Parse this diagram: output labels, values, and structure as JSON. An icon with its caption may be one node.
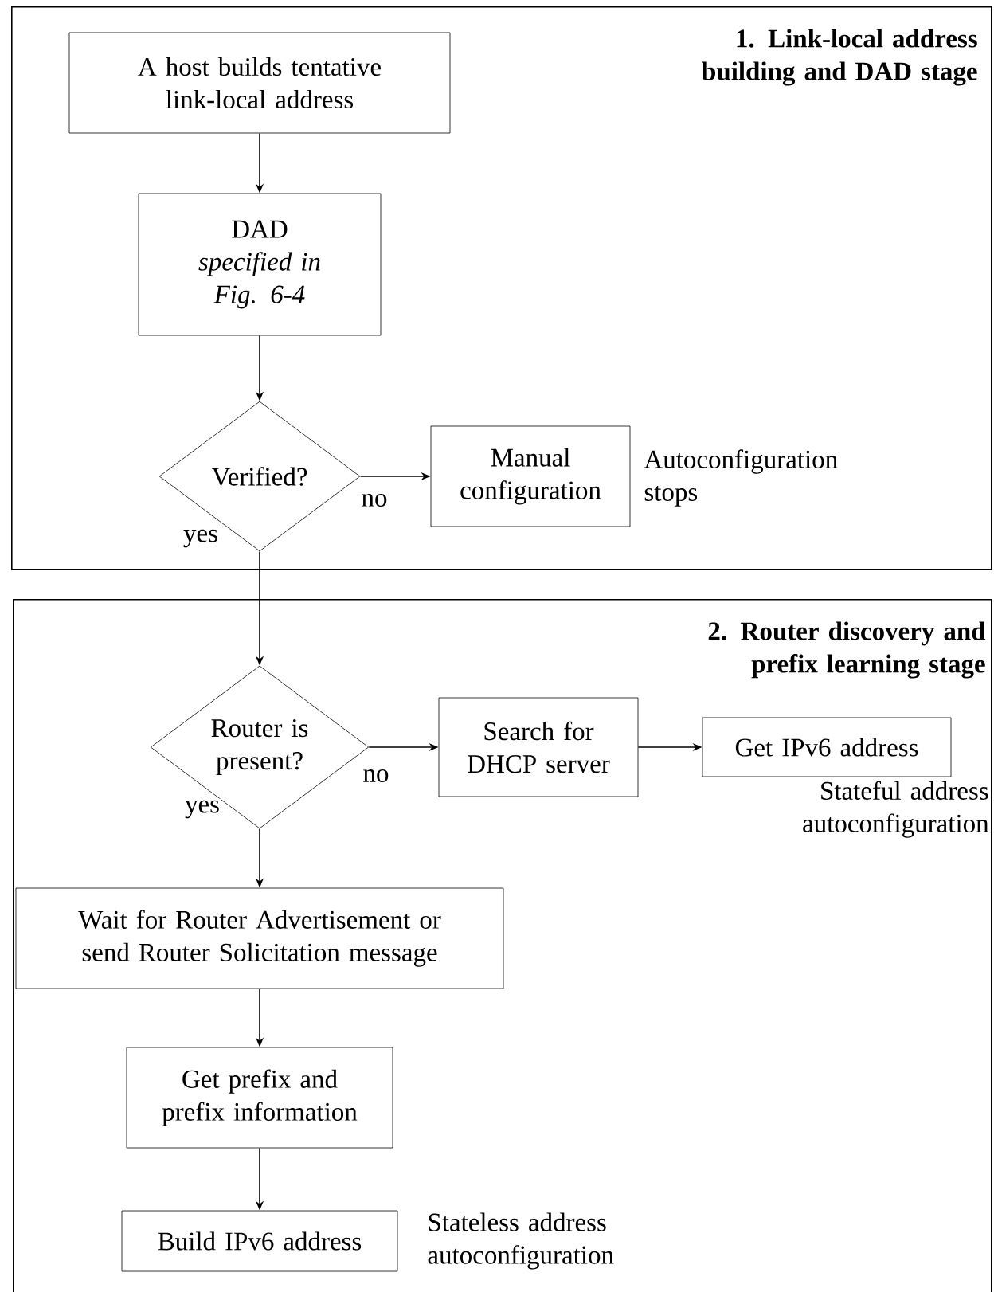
{
  "diagram": {
    "nodes": [
      {
        "text": [
          "1. Link-local address building and DAD stage"
        ]
      },
      {
        "text": [
          "A host builds tentative link-local address"
        ],
        "in": 0
      },
      {
        "text": [
          "DAD",
          "specified in Fig. 6-4"
        ],
        "in": 0
      },
      {
        "text": [
          "Verified?"
        ],
        "in": 0
      },
      {
        "text": [
          "Manual configuration"
        ],
        "beside": [
          "Autoconfiguration stops"
        ],
        "in": 0
      },
      {
        "text": [
          "2. Router discovery and prefix learning stage"
        ]
      },
      {
        "text": [
          "Router is present?"
        ],
        "in": 5
      },
      {
        "text": [
          "Search for DHCP server"
        ],
        "in": 5
      },
      {
        "text": [
          "Get IPv6 address"
        ],
        "beside": [
          "Stateful address autoconfiguration"
        ],
        "in": 5
      },
      {
        "text": [
          "Wait for Router Advertisement or send Router Solicitation message"
        ],
        "in": 5
      },
      {
        "text": [
          "Get prefix and prefix information"
        ],
        "in": 5
      },
      {
        "text": [
          "Build IPv6 address"
        ],
        "beside": [
          "Stateless address autoconfiguration"
        ],
        "in": 5
      }
    ],
    "edges": [
      {
        "from": 1,
        "to": 2,
        "arrow": "to"
      },
      {
        "from": 2,
        "to": 3,
        "arrow": "to"
      },
      {
        "from": 3,
        "to": 4,
        "arrow": "to",
        "label": "no"
      },
      {
        "from": 3,
        "to": 6,
        "arrow": "to",
        "label": "yes"
      },
      {
        "from": 6,
        "to": 7,
        "arrow": "to",
        "label": "no"
      },
      {
        "from": 7,
        "to": 8,
        "arrow": "to"
      },
      {
        "from": 6,
        "to": 9,
        "arrow": "to",
        "label": "yes"
      },
      {
        "from": 9,
        "to": 10,
        "arrow": "to"
      },
      {
        "from": 10,
        "to": 11,
        "arrow": "to"
      }
    ]
  }
}
